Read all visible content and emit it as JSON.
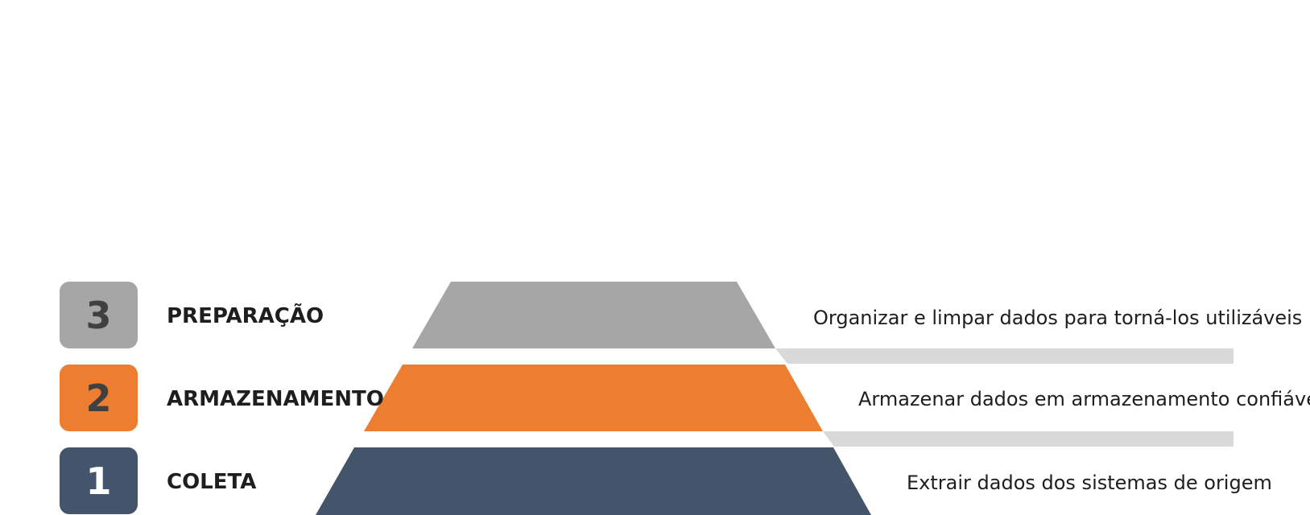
{
  "levels": [
    {
      "number": "3",
      "title": "PREPARAÇÃO",
      "description": "Organizar e limpar dados para torná-los utilizáveis",
      "color": "#a6a6a6",
      "number_color": "#404040"
    },
    {
      "number": "2",
      "title": "ARMAZENAMENTO",
      "description": "Armazenar dados em armazenamento confiável",
      "color": "#ed7d31",
      "number_color": "#404040"
    },
    {
      "number": "1",
      "title": "COLETA",
      "description": "Extrair dados dos sistemas de origem",
      "color": "#44546a",
      "number_color": "#ffffff"
    }
  ],
  "connector_color": "#d9d9d9"
}
